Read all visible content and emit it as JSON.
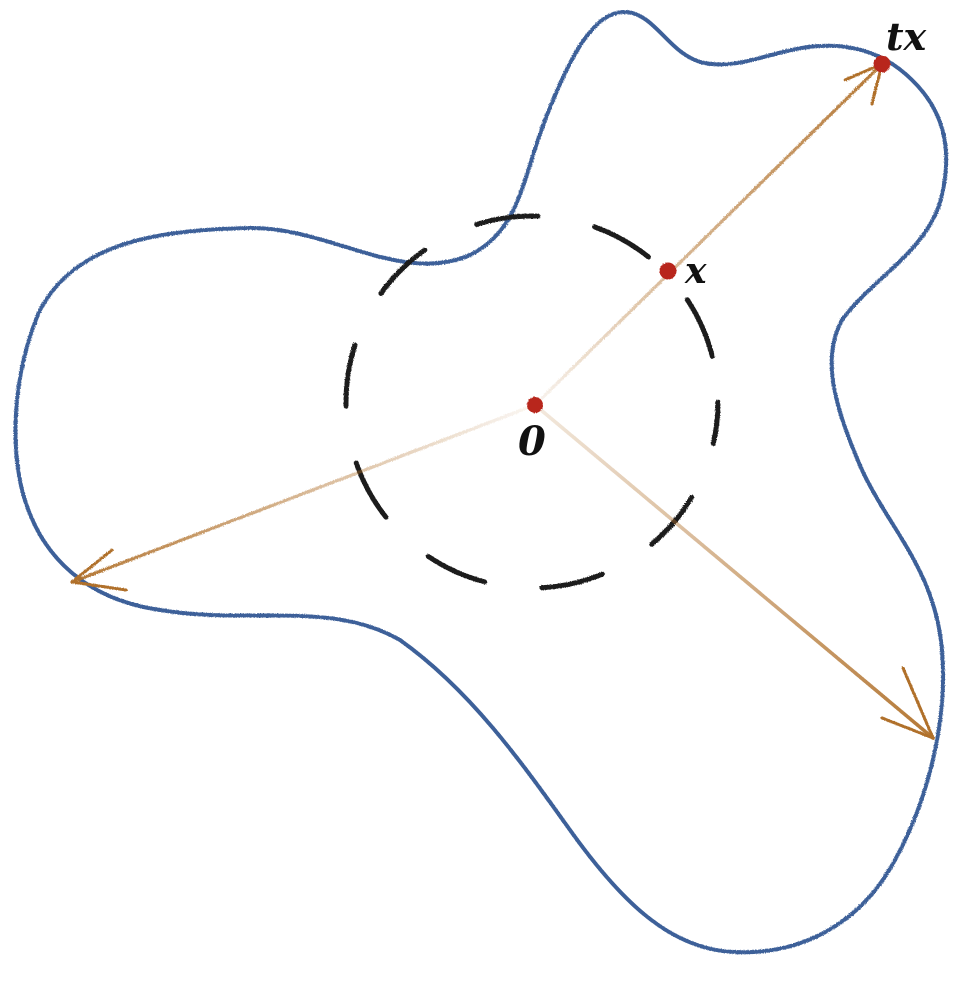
{
  "labels": {
    "origin": "0",
    "point": "x",
    "scaled_point": "tx"
  },
  "colors": {
    "boundary": "#3d6199",
    "inner_circle": "#1a1a1a",
    "arrow": "#b0702a",
    "point": "#b8281c",
    "text": "#111111"
  }
}
